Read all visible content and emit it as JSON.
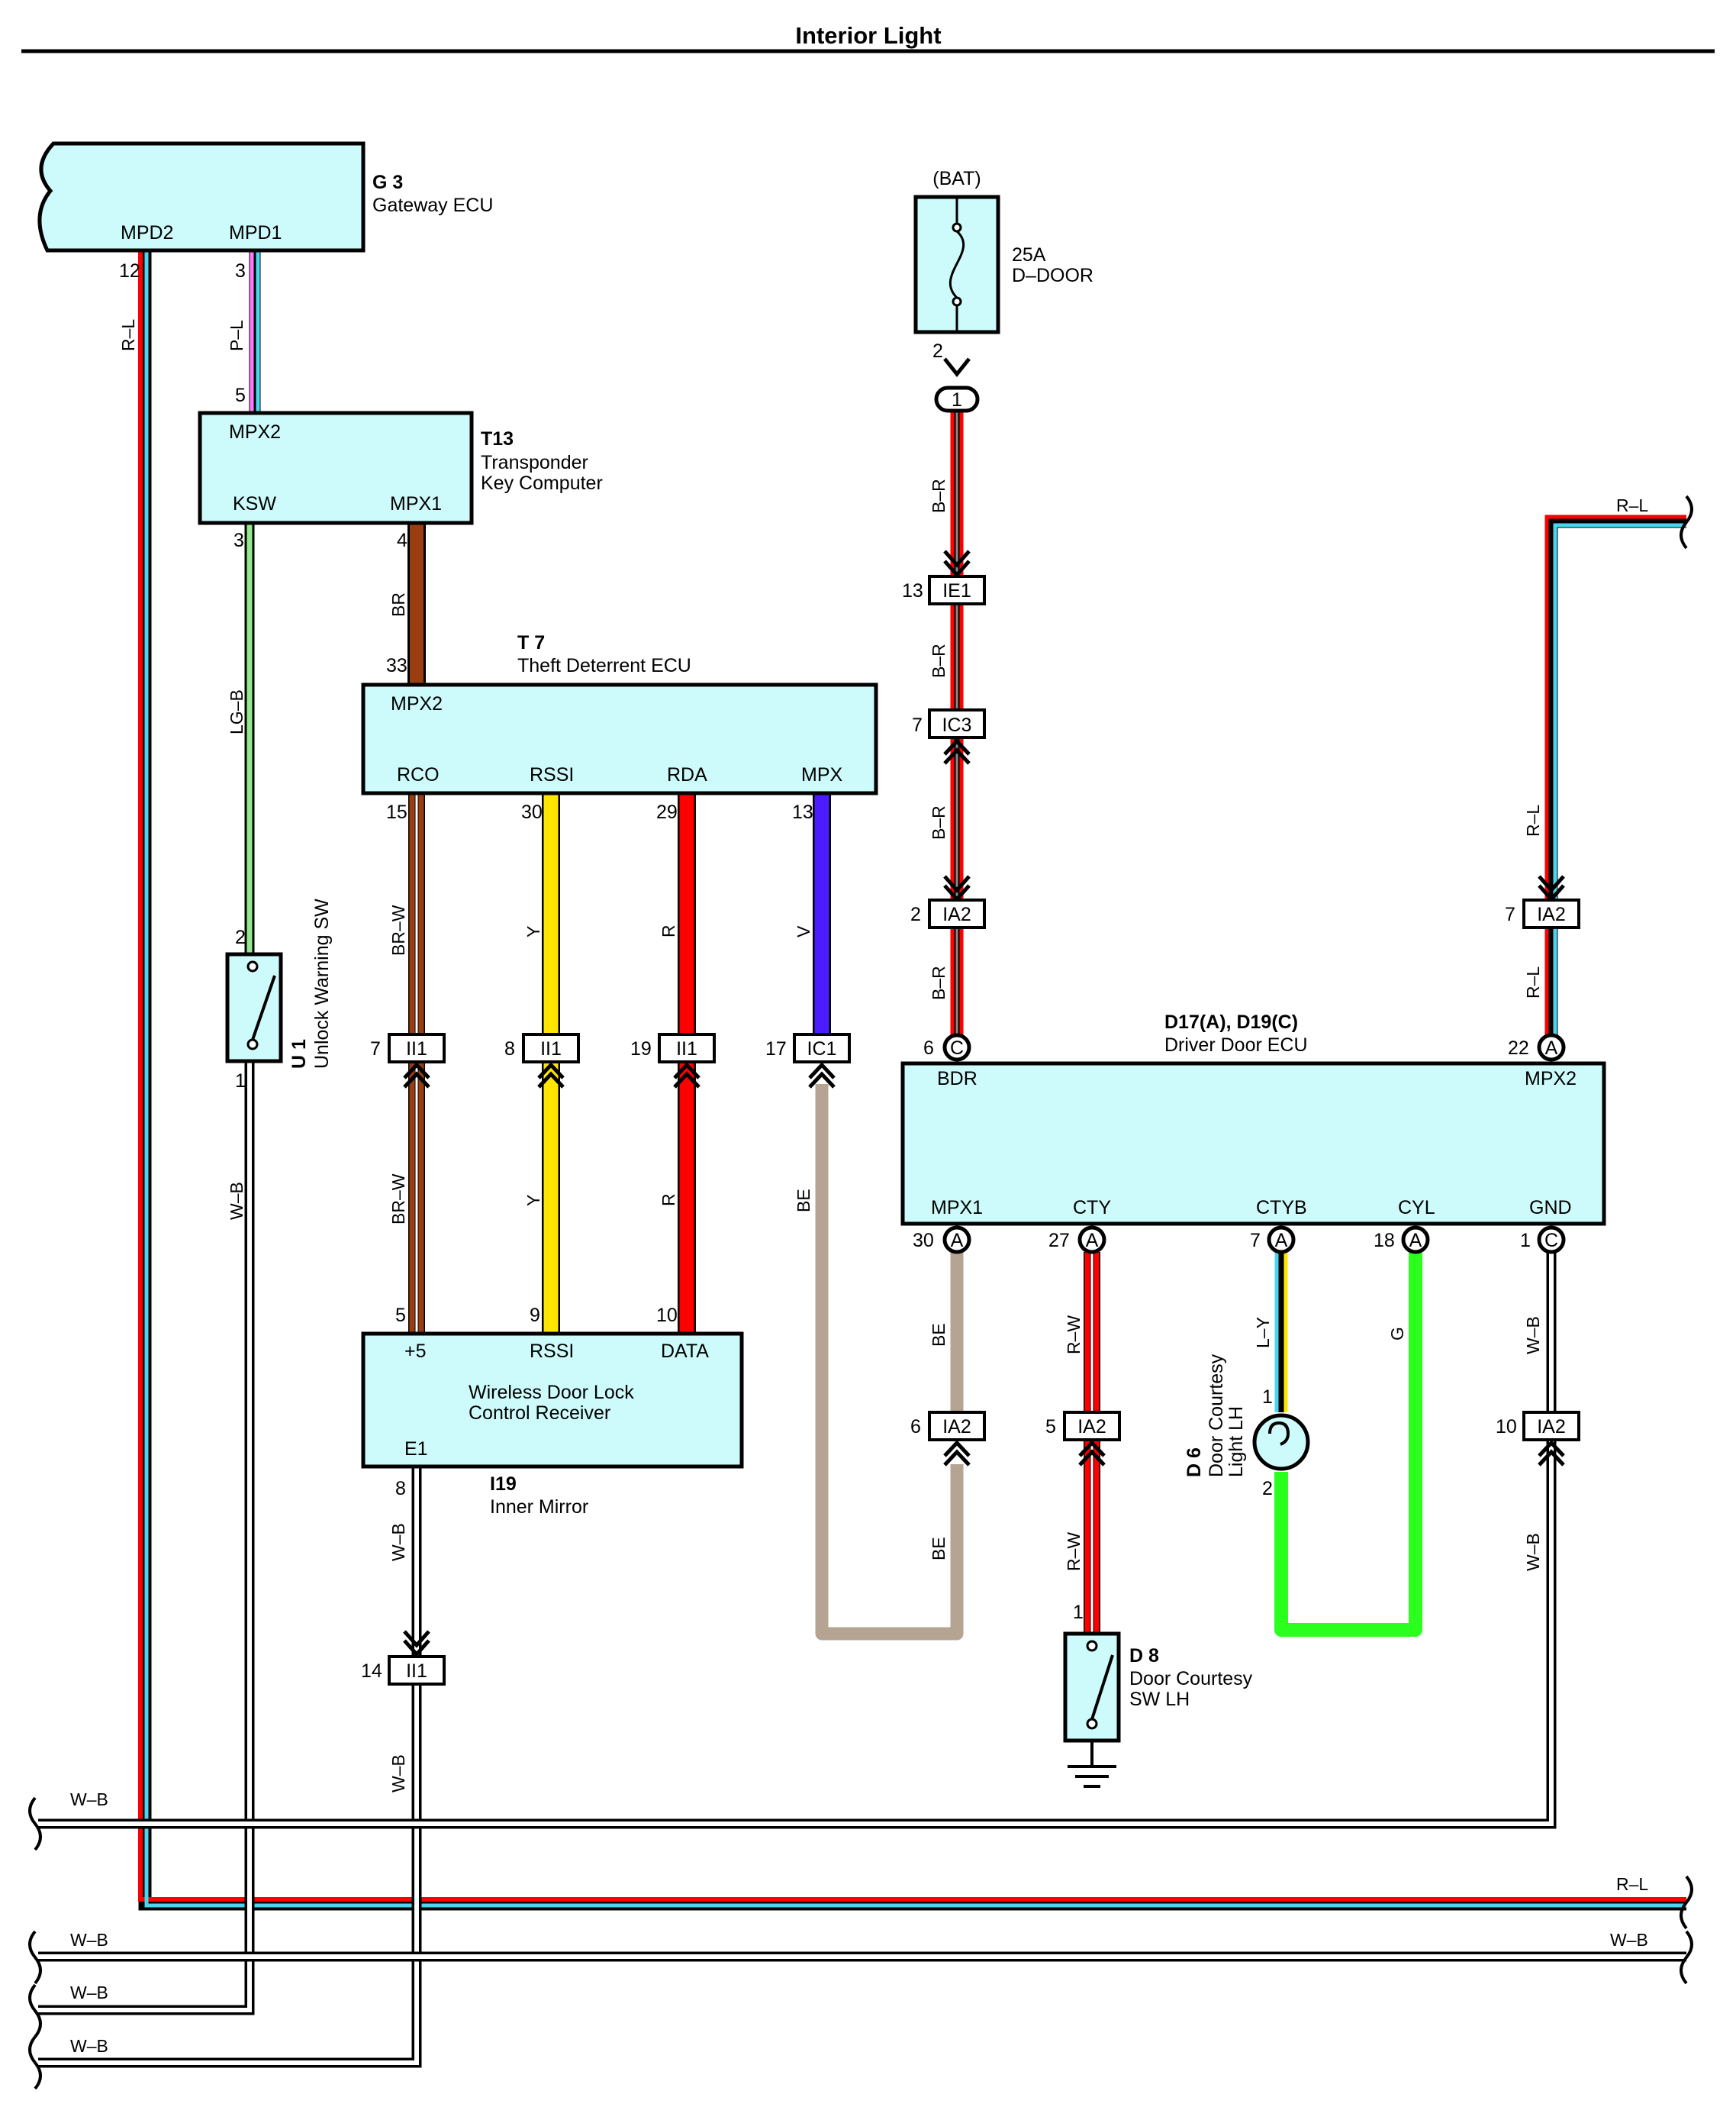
{
  "title": "Interior Light",
  "components": {
    "g3": {
      "id": "G 3",
      "name": "Gateway ECU",
      "pins": [
        "MPD2",
        "MPD1"
      ]
    },
    "t13": {
      "id": "T13",
      "name_lines": [
        "Transponder",
        "Key Computer"
      ],
      "pins": [
        "MPX2",
        "KSW",
        "MPX1"
      ]
    },
    "t7": {
      "id": "T 7",
      "name": "Theft Deterrent ECU",
      "pins": [
        "MPX2",
        "RCO",
        "RSSI",
        "RDA",
        "MPX"
      ]
    },
    "i19": {
      "id": "I19",
      "name": "Inner Mirror",
      "inner_lines": [
        "Wireless Door Lock",
        "Control Receiver"
      ],
      "pins": [
        "+5",
        "RSSI",
        "DATA",
        "E1"
      ]
    },
    "u1": {
      "id": "U 1",
      "name": "Unlock Warning SW"
    },
    "fuse": {
      "source": "(BAT)",
      "rating": "25A",
      "name": "D–DOOR"
    },
    "d17": {
      "id": "D17(A), D19(C)",
      "name": "Driver Door ECU",
      "pins": [
        "BDR",
        "MPX2",
        "MPX1",
        "CTY",
        "CTYB",
        "CYL",
        "GND"
      ]
    },
    "d6": {
      "id": "D 6",
      "name_lines": [
        "Door Courtesy",
        "Light LH"
      ]
    },
    "d8": {
      "id": "D 8",
      "name_lines": [
        "Door Courtesy",
        "SW LH"
      ]
    }
  },
  "connectors": {
    "junction1": "1",
    "ie1": "IE1",
    "ic3": "IC3",
    "ia2": "IA2",
    "ii1": "II1",
    "ic1": "IC1",
    "pin_a": "A",
    "pin_c": "C"
  },
  "pin_numbers": {
    "g3_mpd2": "12",
    "g3_mpd1": "3",
    "t13_mpx2": "5",
    "t13_ksw": "3",
    "t13_mpx1": "4",
    "t7_mpx2": "33",
    "t7_rco": "15",
    "t7_rssi": "30",
    "t7_rda": "29",
    "t7_mpx": "13",
    "ii1_a": "7",
    "ii1_b": "8",
    "ii1_c": "19",
    "ic1": "17",
    "i19_p5": "5",
    "i19_rssi": "9",
    "i19_data": "10",
    "i19_e1": "8",
    "ii1_14": "14",
    "u1_top": "2",
    "u1_bot": "1",
    "fuse_out": "2",
    "ie1": "13",
    "ic3": "7",
    "ia2_br": "2",
    "d17_bdr": "6",
    "ia2_rl": "7",
    "d17_mpx2": "22",
    "d17_mpx1": "30",
    "d17_cty": "27",
    "d17_ctyb": "7",
    "d17_cyl": "18",
    "d17_gnd": "1",
    "ia2_be": "6",
    "ia2_rw": "5",
    "ia2_wb": "10",
    "d6_1": "1",
    "d6_2": "2",
    "d8_1": "1"
  },
  "wire_labels": {
    "rl": "R–L",
    "pl": "P–L",
    "lgb": "LG–B",
    "br": "BR",
    "brw": "BR–W",
    "y": "Y",
    "r": "R",
    "v": "V",
    "be": "BE",
    "wb": "W–B",
    "br_r": "B–R",
    "rw": "R–W",
    "ly": "L–Y",
    "g": "G"
  },
  "colors": {
    "box_fill": "#cdfbfb",
    "red": "#ff0000",
    "pink": "#ff77ff",
    "light_blue": "#4ad6f0",
    "brown": "#9a3e12",
    "yellow": "#ffe600",
    "violet": "#4b1cff",
    "beige": "#b6a493",
    "green": "#2bff1e",
    "light_green": "#93ea8f",
    "gray": "#b5b5b5"
  }
}
